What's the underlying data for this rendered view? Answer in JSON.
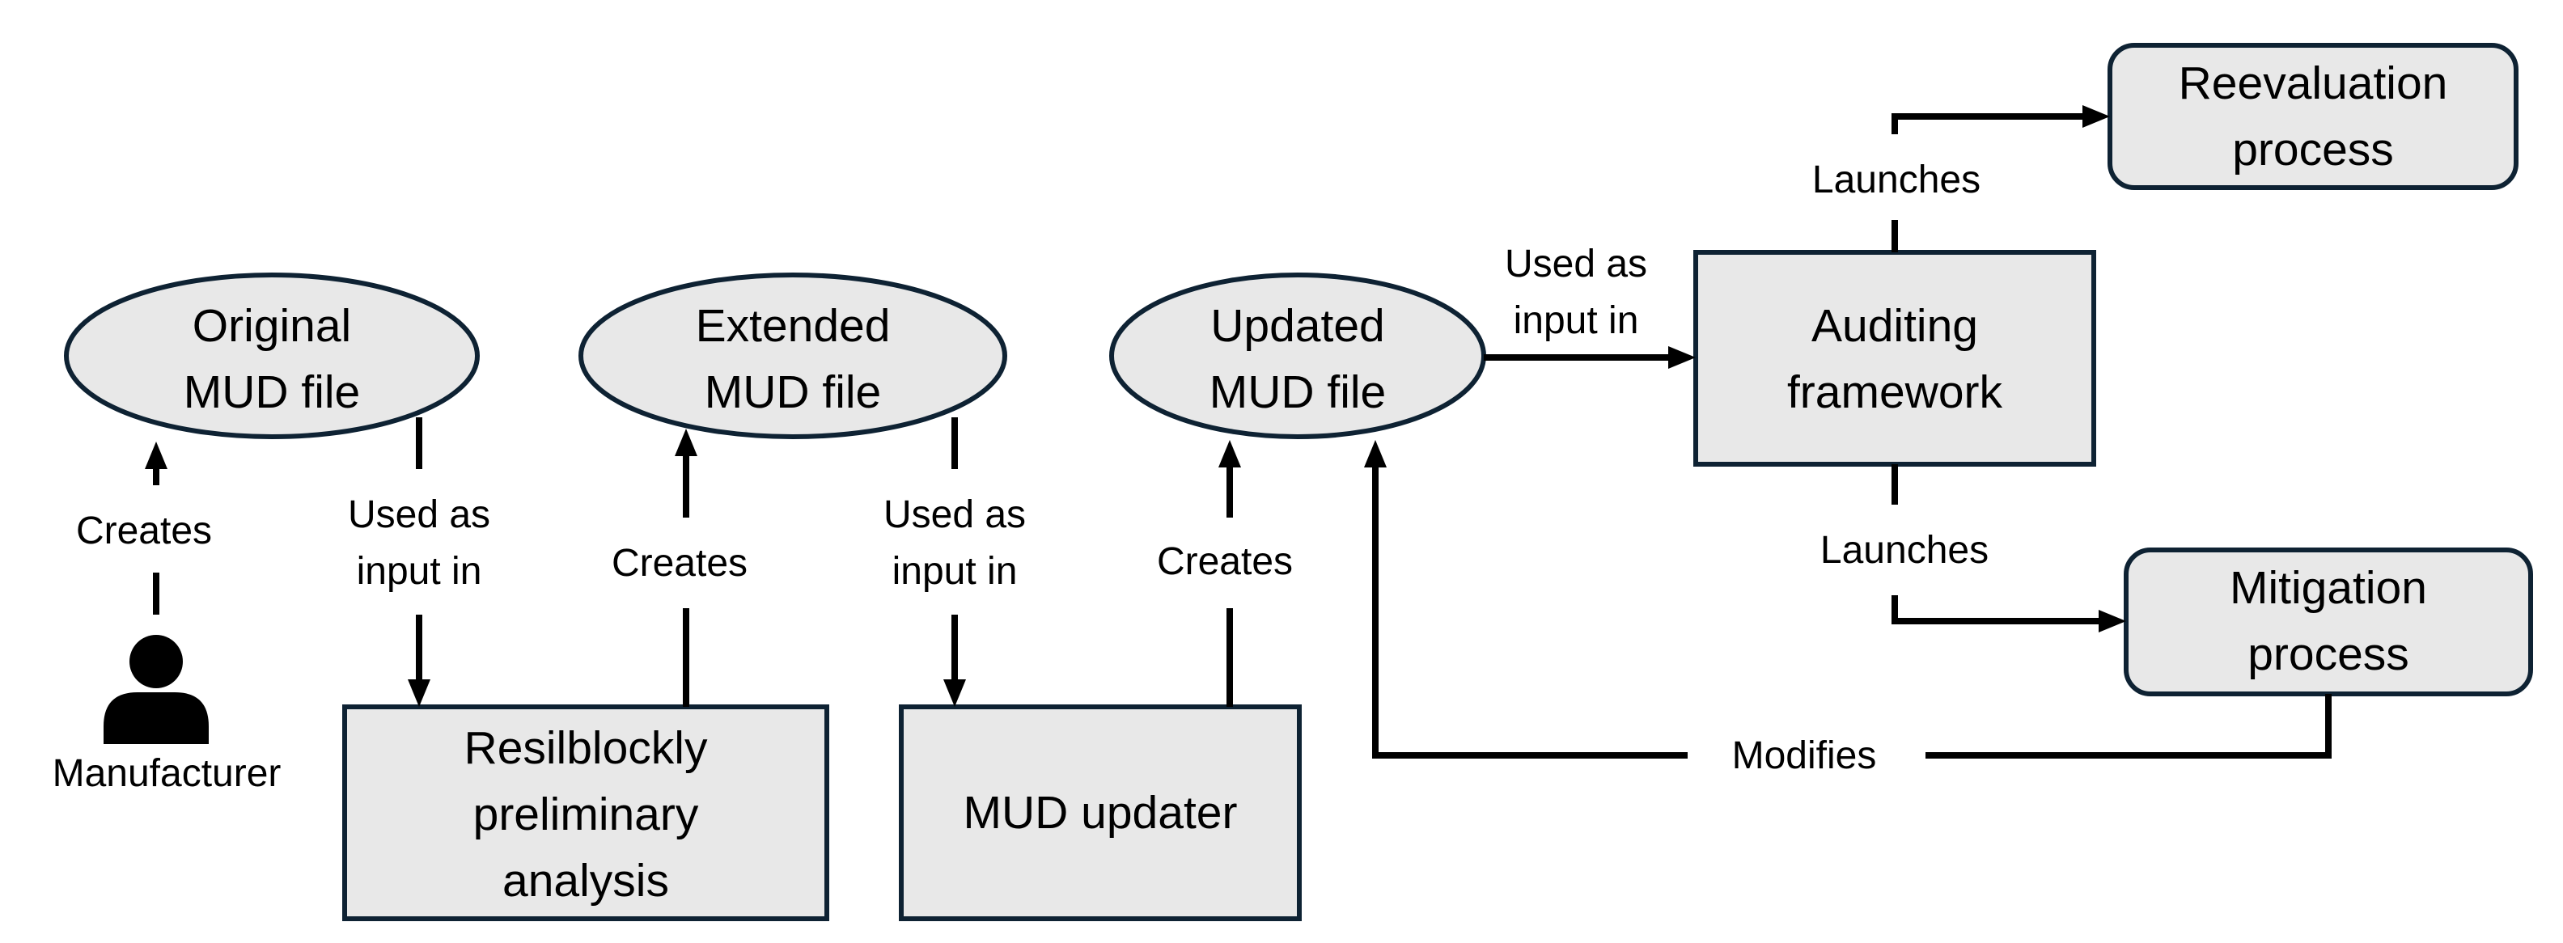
{
  "nodes": {
    "original_mud": {
      "line1": "Original",
      "line2": "MUD file"
    },
    "extended_mud": {
      "line1": "Extended",
      "line2": "MUD file"
    },
    "updated_mud": {
      "line1": "Updated",
      "line2": "MUD file"
    },
    "resilblockly": {
      "line1": "Resilblockly",
      "line2": "preliminary",
      "line3": "analysis"
    },
    "mud_updater": {
      "line1": "MUD updater"
    },
    "auditing": {
      "line1": "Auditing",
      "line2": "framework"
    },
    "reevaluation": {
      "line1": "Reevaluation",
      "line2": "process"
    },
    "mitigation": {
      "line1": "Mitigation",
      "line2": "process"
    },
    "manufacturer": {
      "label": "Manufacturer",
      "icon": "person-icon"
    }
  },
  "edges": {
    "creates_original": "Creates",
    "used_input_1": {
      "line1": "Used as",
      "line2": "input in"
    },
    "creates_extended": "Creates",
    "used_input_2": {
      "line1": "Used as",
      "line2": "input in"
    },
    "creates_updated": "Creates",
    "used_input_3": {
      "line1": "Used as",
      "line2": "input in"
    },
    "launches_reevaluation": "Launches",
    "launches_mitigation": "Launches",
    "modifies": "Modifies"
  },
  "colors": {
    "node_fill": "#e8e8e8",
    "node_stroke": "#0e2233",
    "line": "#000000"
  }
}
